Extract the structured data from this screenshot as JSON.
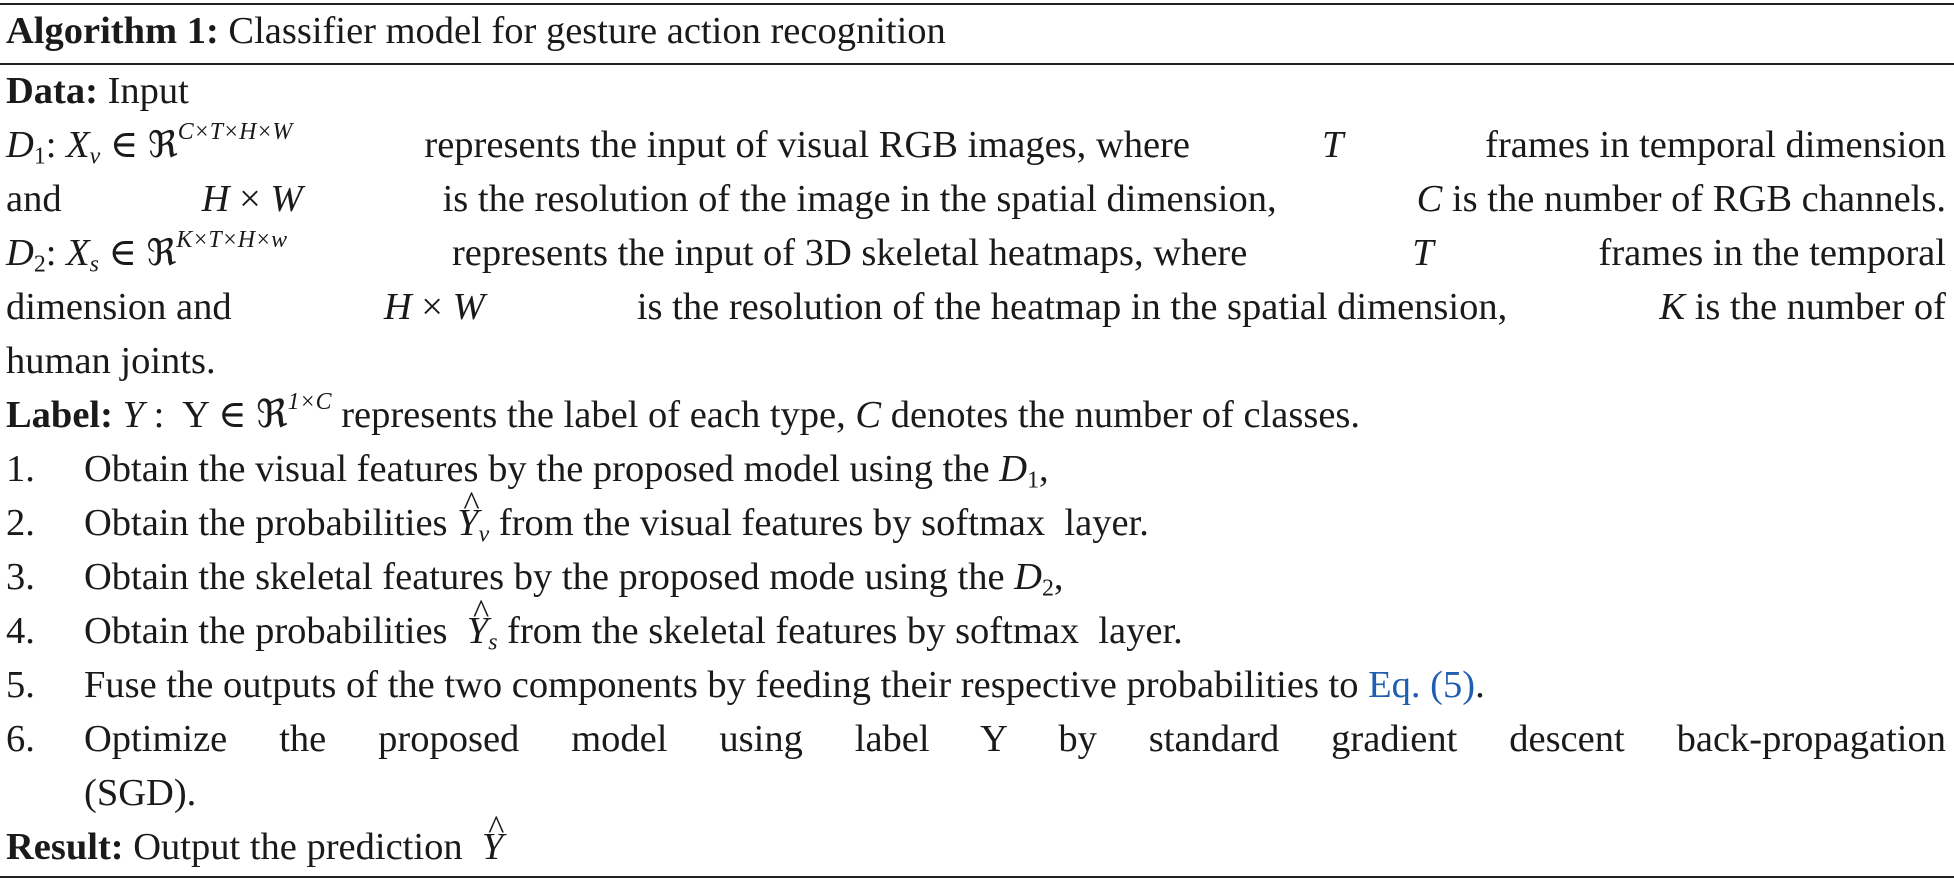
{
  "title": {
    "label": "Algorithm 1:",
    "text": "Classifier model for gesture action recognition"
  },
  "data_section": {
    "label": "Data:",
    "text": "Input",
    "d1": {
      "name": "D",
      "sub": "1",
      "var": "X",
      "var_sub": "v",
      "set": "ℜ",
      "dims": "C×T×H×W",
      "desc_a": "represents the input of visual RGB images, where",
      "desc_b": "frames in temporal dimension",
      "desc_c": "and",
      "desc_d": "is the resolution of the image in the spatial dimension,",
      "desc_e": "is the number of RGB channels."
    },
    "d2": {
      "name": "D",
      "sub": "2",
      "var": "X",
      "var_sub": "s",
      "set": "ℜ",
      "dims": "K×T×H×w",
      "desc_a": "represents the input of 3D skeletal heatmaps, where",
      "desc_b": "frames in the temporal",
      "desc_c": "dimension and",
      "desc_d": "is the resolution of the heatmap in the spatial dimension,",
      "desc_e": "is the number of",
      "desc_f": "human joints."
    }
  },
  "label_section": {
    "label": "Label:",
    "var": "Y",
    "set_expr": "Y ∈ ℜ",
    "dims": "1×C",
    "desc_a": "represents the label of each type,",
    "desc_b": "denotes the number of classes."
  },
  "steps": [
    {
      "num": "1.",
      "text": "Obtain the visual features by the proposed model using the",
      "tail_var": "D",
      "tail_sub": "1",
      "tail": ","
    },
    {
      "num": "2.",
      "text_a": "Obtain the probabilities",
      "var": "Y",
      "var_sub": "v",
      "text_b": "from the visual features by",
      "fn": "softmax",
      "text_c": "layer."
    },
    {
      "num": "3.",
      "text": "Obtain the skeletal features by the proposed mode using the",
      "tail_var": "D",
      "tail_sub": "2",
      "tail": ","
    },
    {
      "num": "4.",
      "text_a": "Obtain the probabilities",
      "var": "Y",
      "var_sub": "s",
      "text_b": "from the skeletal features by",
      "fn": "softmax",
      "text_c": "layer."
    },
    {
      "num": "5.",
      "text": "Fuse the outputs of the two components by feeding their respective probabilities to",
      "link": "Eq. (5)",
      "tail": "."
    },
    {
      "num": "6.",
      "text": "Optimize the proposed model using label Y by standard gradient descent back-propagation",
      "cont": "(SGD)."
    }
  ],
  "result_section": {
    "label": "Result:",
    "text": "Output the prediction",
    "var": "Y"
  },
  "symbols": {
    "T": "T",
    "H": "H",
    "W": "W",
    "C": "C",
    "K": "K",
    "times": "×",
    "in": "∈"
  }
}
